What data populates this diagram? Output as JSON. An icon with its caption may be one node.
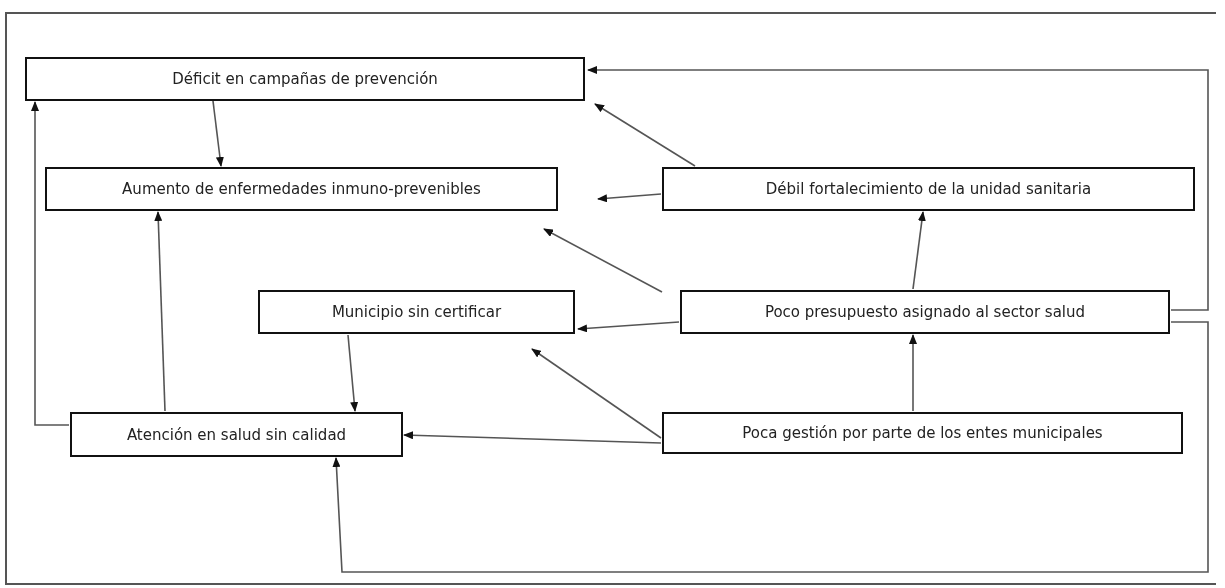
{
  "diagram": {
    "nodes": [
      {
        "text": [
          "Déficit en campañas de prevención"
        ]
      },
      {
        "text": [
          "Aumento de enfermedades inmuno-prevenibles"
        ]
      },
      {
        "text": [
          "Débil fortalecimiento de la unidad sanitaria"
        ]
      },
      {
        "text": [
          "Municipio sin certificar"
        ]
      },
      {
        "text": [
          "Poco presupuesto asignado al sector salud"
        ]
      },
      {
        "text": [
          "Atención en salud sin calidad"
        ]
      },
      {
        "text": [
          "Poca gestión por parte de los entes municipales"
        ]
      }
    ],
    "edges": [
      {
        "from": 0,
        "to": 1,
        "arrow": "to"
      },
      {
        "from": 2,
        "to": 0,
        "arrow": "to"
      },
      {
        "from": 2,
        "to": 1,
        "arrow": "to"
      },
      {
        "from": 4,
        "to": 0,
        "arrow": "to"
      },
      {
        "from": 4,
        "to": 1,
        "arrow": "to"
      },
      {
        "from": 4,
        "to": 2,
        "arrow": "to"
      },
      {
        "from": 4,
        "to": 3,
        "arrow": "to"
      },
      {
        "from": 4,
        "to": 5,
        "arrow": "to"
      },
      {
        "from": 6,
        "to": 3,
        "arrow": "to"
      },
      {
        "from": 6,
        "to": 4,
        "arrow": "to"
      },
      {
        "from": 6,
        "to": 5,
        "arrow": "to"
      },
      {
        "from": 5,
        "to": 0,
        "arrow": "to"
      },
      {
        "from": 5,
        "to": 1,
        "arrow": "to"
      },
      {
        "from": 3,
        "to": 5,
        "arrow": "to"
      }
    ]
  }
}
